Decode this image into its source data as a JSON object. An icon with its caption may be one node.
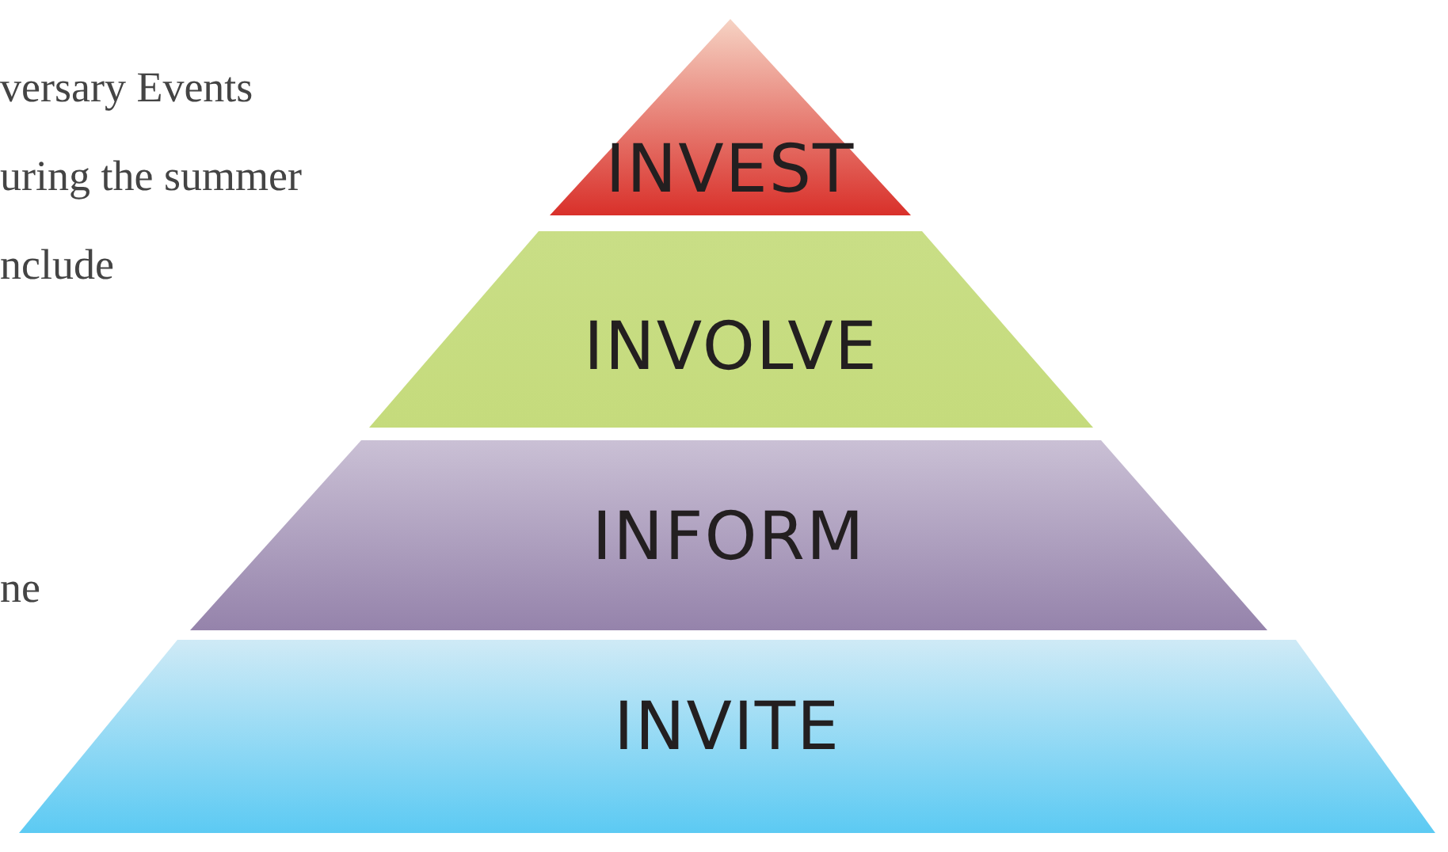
{
  "diagram": {
    "nodes": [
      {
        "text": [
          "INVEST"
        ]
      },
      {
        "text": [
          "INVOLVE"
        ]
      },
      {
        "text": [
          "INFORM"
        ]
      },
      {
        "text": [
          "INVITE"
        ]
      }
    ],
    "labels": [
      "versary Events",
      "uring the summer",
      "nclude",
      "ne"
    ]
  }
}
